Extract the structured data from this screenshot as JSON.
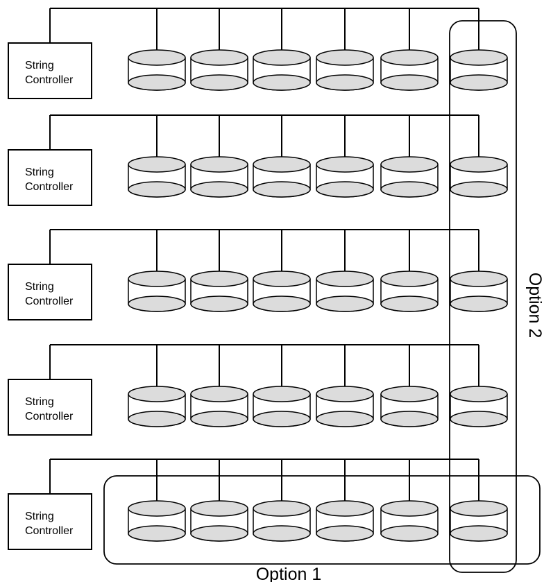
{
  "controllers": [
    {
      "line1": "String",
      "line2": "Controller"
    },
    {
      "line1": "String",
      "line2": "Controller"
    },
    {
      "line1": "String",
      "line2": "Controller"
    },
    {
      "line1": "String",
      "line2": "Controller"
    },
    {
      "line1": "String",
      "line2": "Controller"
    }
  ],
  "disks_per_string": 6,
  "options": {
    "option1_label": "Option 1",
    "option2_label": "Option 2"
  },
  "colors": {
    "disk_fill": "#dcdcdc",
    "disk_stroke": "#000000",
    "line": "#000000"
  }
}
